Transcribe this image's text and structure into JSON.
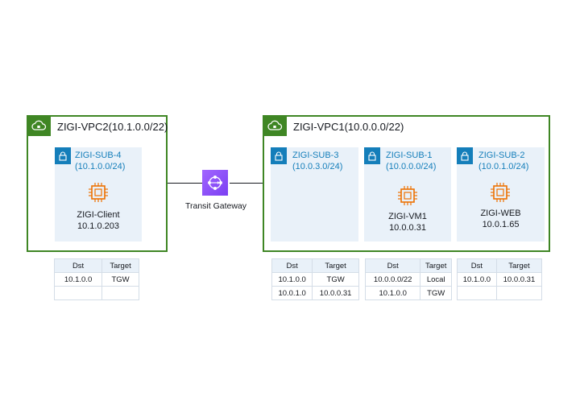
{
  "colors": {
    "vpc_border": "#3f8624",
    "subnet_fill": "#e9f1f9",
    "subnet_text": "#147eba",
    "ec2_orange": "#ed7100",
    "tgw_purple": "#8c4fff"
  },
  "vpc2": {
    "title": "ZIGI-VPC2(10.1.0.0/22)",
    "icon": "cloud-lock-icon",
    "subnet": {
      "name": "ZIGI-SUB-4",
      "cidr": "(10.1.0.0/24)",
      "icon": "lock-icon",
      "host": {
        "icon": "ec2-instance-icon",
        "name": "ZIGI-Client",
        "ip": "10.1.0.203"
      }
    }
  },
  "vpc1": {
    "title": "ZIGI-VPC1(10.0.0.0/22)",
    "icon": "cloud-lock-icon",
    "subnets": [
      {
        "name": "ZIGI-SUB-3",
        "cidr": "(10.0.3.0/24)",
        "icon": "lock-icon"
      },
      {
        "name": "ZIGI-SUB-1",
        "cidr": "(10.0.0.0/24)",
        "icon": "lock-icon",
        "host": {
          "icon": "ec2-instance-icon",
          "name": "ZIGI-VM1",
          "ip": "10.0.0.31"
        }
      },
      {
        "name": "ZIGI-SUB-2",
        "cidr": "(10.0.1.0/24)",
        "icon": "lock-icon",
        "host": {
          "icon": "ec2-instance-icon",
          "name": "ZIGI-WEB",
          "ip": "10.0.1.65"
        }
      }
    ]
  },
  "tgw": {
    "icon": "transit-gateway-icon",
    "label": "Transit Gateway"
  },
  "route_tables": [
    {
      "headers": [
        "Dst",
        "Target"
      ],
      "rows": [
        [
          "10.1.0.0",
          "TGW"
        ],
        [
          "",
          ""
        ]
      ]
    },
    {
      "headers": [
        "Dst",
        "Target"
      ],
      "rows": [
        [
          "10.1.0.0",
          "TGW"
        ],
        [
          "10.0.1.0",
          "10.0.0.31"
        ]
      ]
    },
    {
      "headers": [
        "Dst",
        "Target"
      ],
      "rows": [
        [
          "10.0.0.0/22",
          "Local"
        ],
        [
          "10.1.0.0",
          "TGW"
        ]
      ]
    },
    {
      "headers": [
        "Dst",
        "Target"
      ],
      "rows": [
        [
          "10.1.0.0",
          "10.0.0.31"
        ],
        [
          "",
          ""
        ]
      ]
    }
  ]
}
